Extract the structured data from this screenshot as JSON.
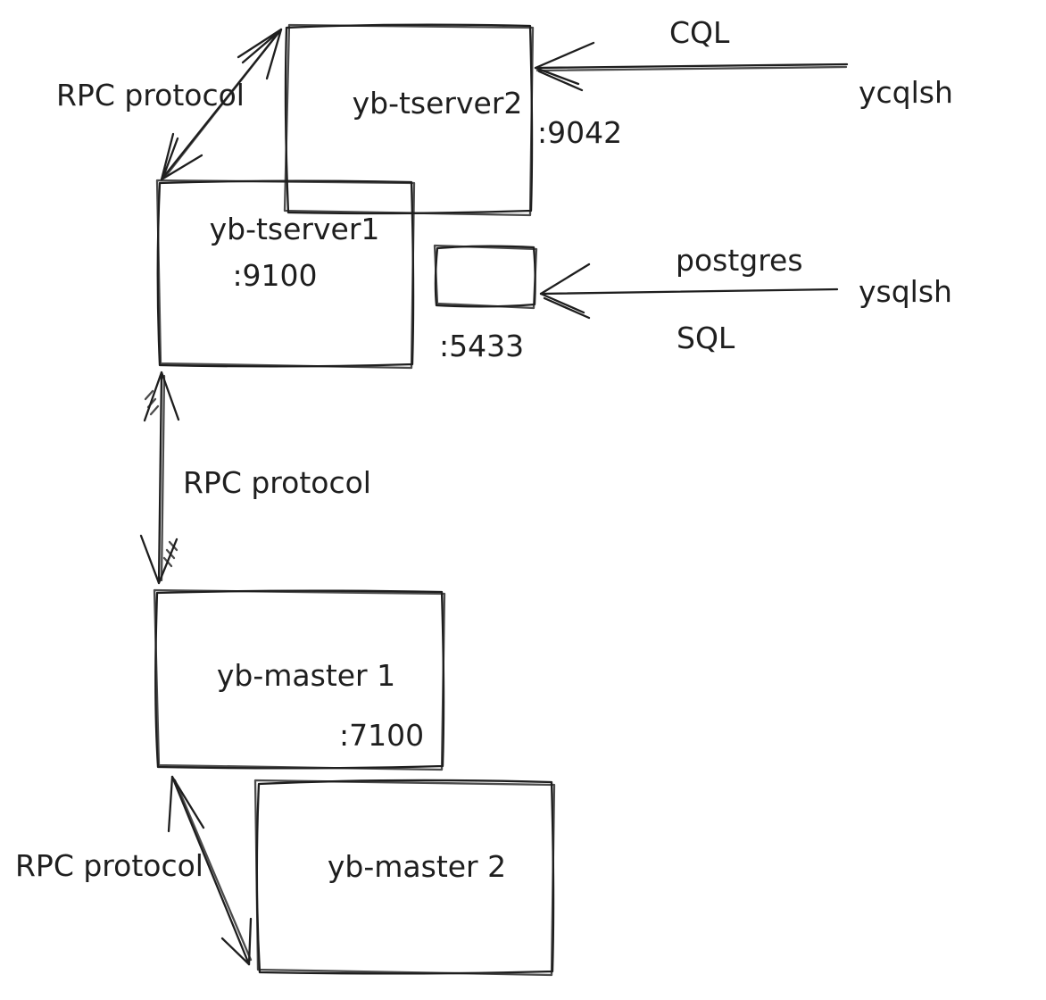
{
  "diagram": {
    "colors": {
      "stroke": "#1e1e1e",
      "background": "#ffffff"
    },
    "nodes": [
      {
        "id": "yb-tserver2",
        "label": "yb-tserver2",
        "port": ":9042"
      },
      {
        "id": "yb-tserver1",
        "label": "yb-tserver1",
        "port": ":9100"
      },
      {
        "id": "ysql-proxy-box",
        "label": "",
        "port": ":5433"
      },
      {
        "id": "yb-master-1",
        "label": "yb-master 1",
        "port": ":7100"
      },
      {
        "id": "yb-master-2",
        "label": "yb-master 2",
        "port": ""
      }
    ],
    "edges": [
      {
        "id": "rpc-tserver1-tserver2",
        "from": "yb-tserver1",
        "to": "yb-tserver2",
        "label": "RPC protocol",
        "direction": "both"
      },
      {
        "id": "cql-client",
        "from": "ycqlsh",
        "to": "yb-tserver2",
        "label": "CQL",
        "client": "ycqlsh",
        "direction": "to"
      },
      {
        "id": "sql-client",
        "from": "ysqlsh",
        "to": "ysql-proxy-box",
        "label": "postgres",
        "sublabel": "SQL",
        "client": "ysqlsh",
        "direction": "to"
      },
      {
        "id": "rpc-tserver1-master1",
        "from": "yb-tserver1",
        "to": "yb-master-1",
        "label": "RPC protocol",
        "direction": "both"
      },
      {
        "id": "rpc-master1-master2",
        "from": "yb-master-1",
        "to": "yb-master-2",
        "label": "RPC protocol",
        "direction": "both"
      }
    ]
  }
}
